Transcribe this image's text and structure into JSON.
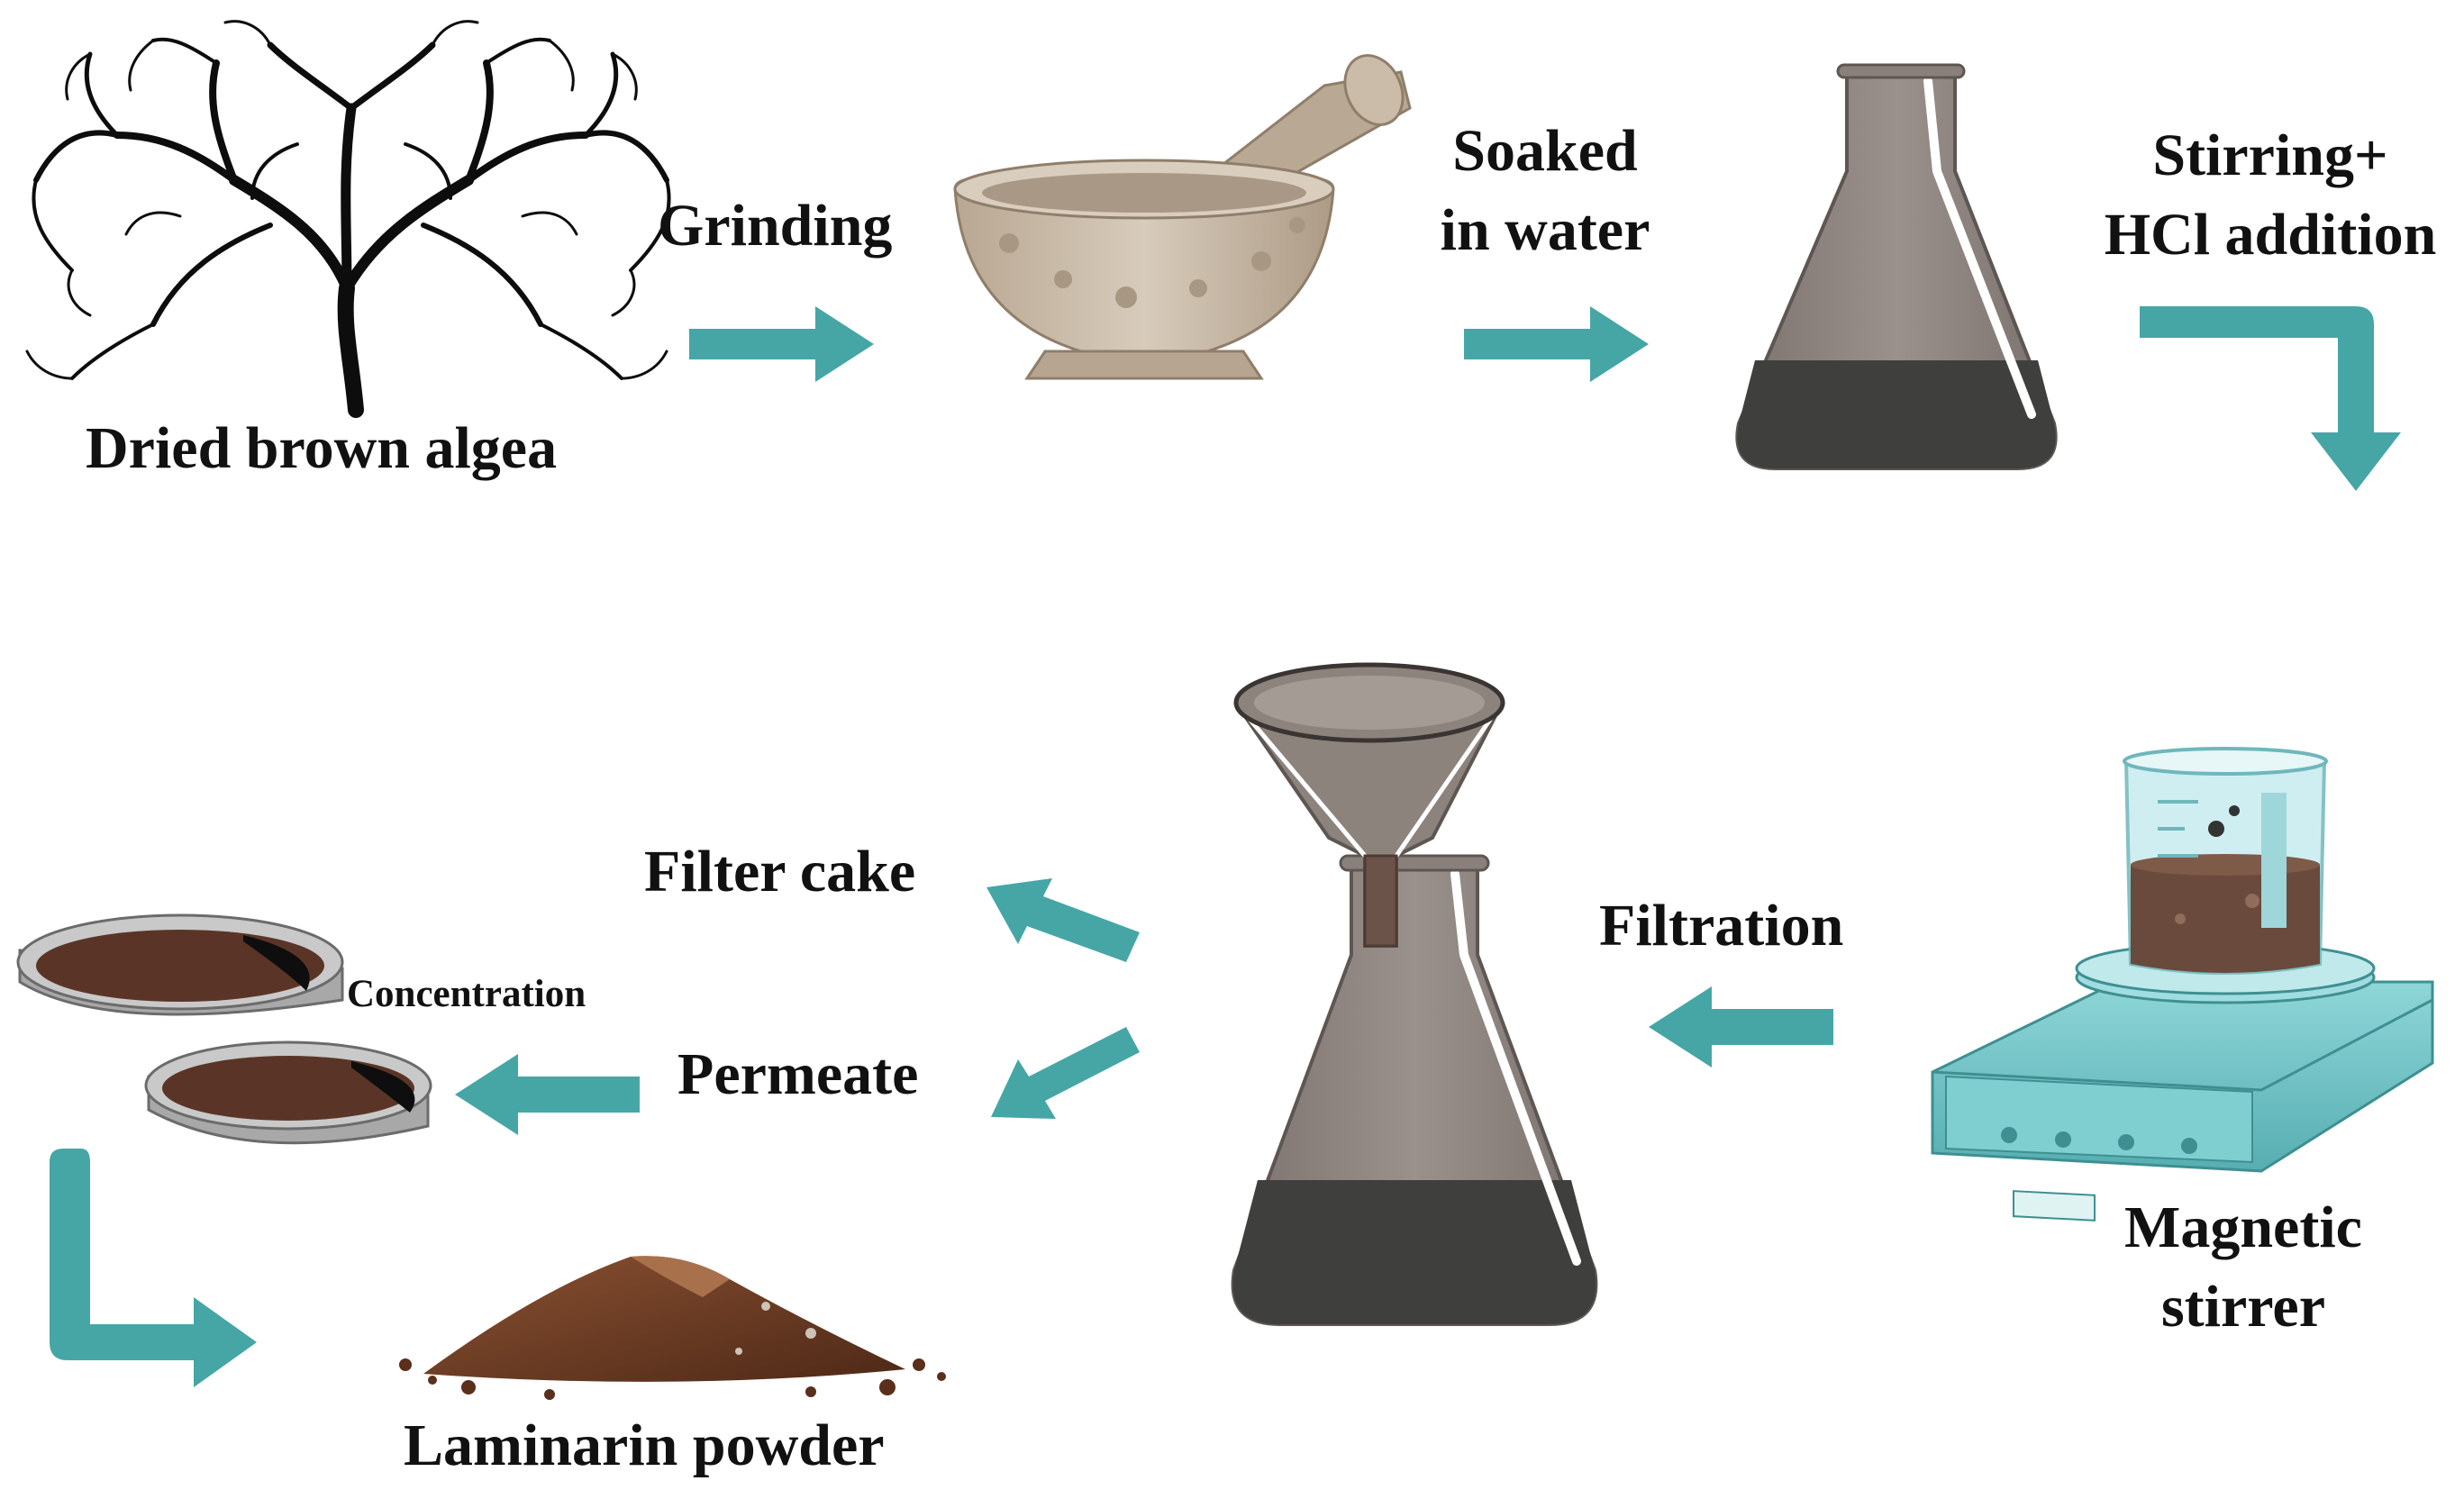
{
  "labels": {
    "dried_algae": "Dried brown algea",
    "grinding": "Grinding",
    "soaked_line1": "Soaked",
    "soaked_line2": "in water",
    "stirring_line1": "Stirring+",
    "stirring_line2": "HCl addition",
    "magnetic_line1": "Magnetic",
    "magnetic_line2": "stirrer",
    "filtration": "Filtration",
    "filter_cake": "Filter cake",
    "permeate": "Permeate",
    "concentration": "Concentration",
    "laminarin": "Laminarin powder"
  },
  "colors": {
    "arrow": "#46a6a6",
    "flask_glass": "#8f8681",
    "flask_liquid": "#3f3f3d",
    "mortar": "#c9bba9",
    "mortar_shadow": "#a89783",
    "dish_liquid": "#5a3527",
    "dish_rim": "#9d9d9d",
    "stirrer_body": "#7fcfd0",
    "beaker_glass": "#a9dee2",
    "beaker_liquid": "#6a4a3c",
    "powder": "#6f3b22",
    "tree": "#0d0d0d"
  }
}
